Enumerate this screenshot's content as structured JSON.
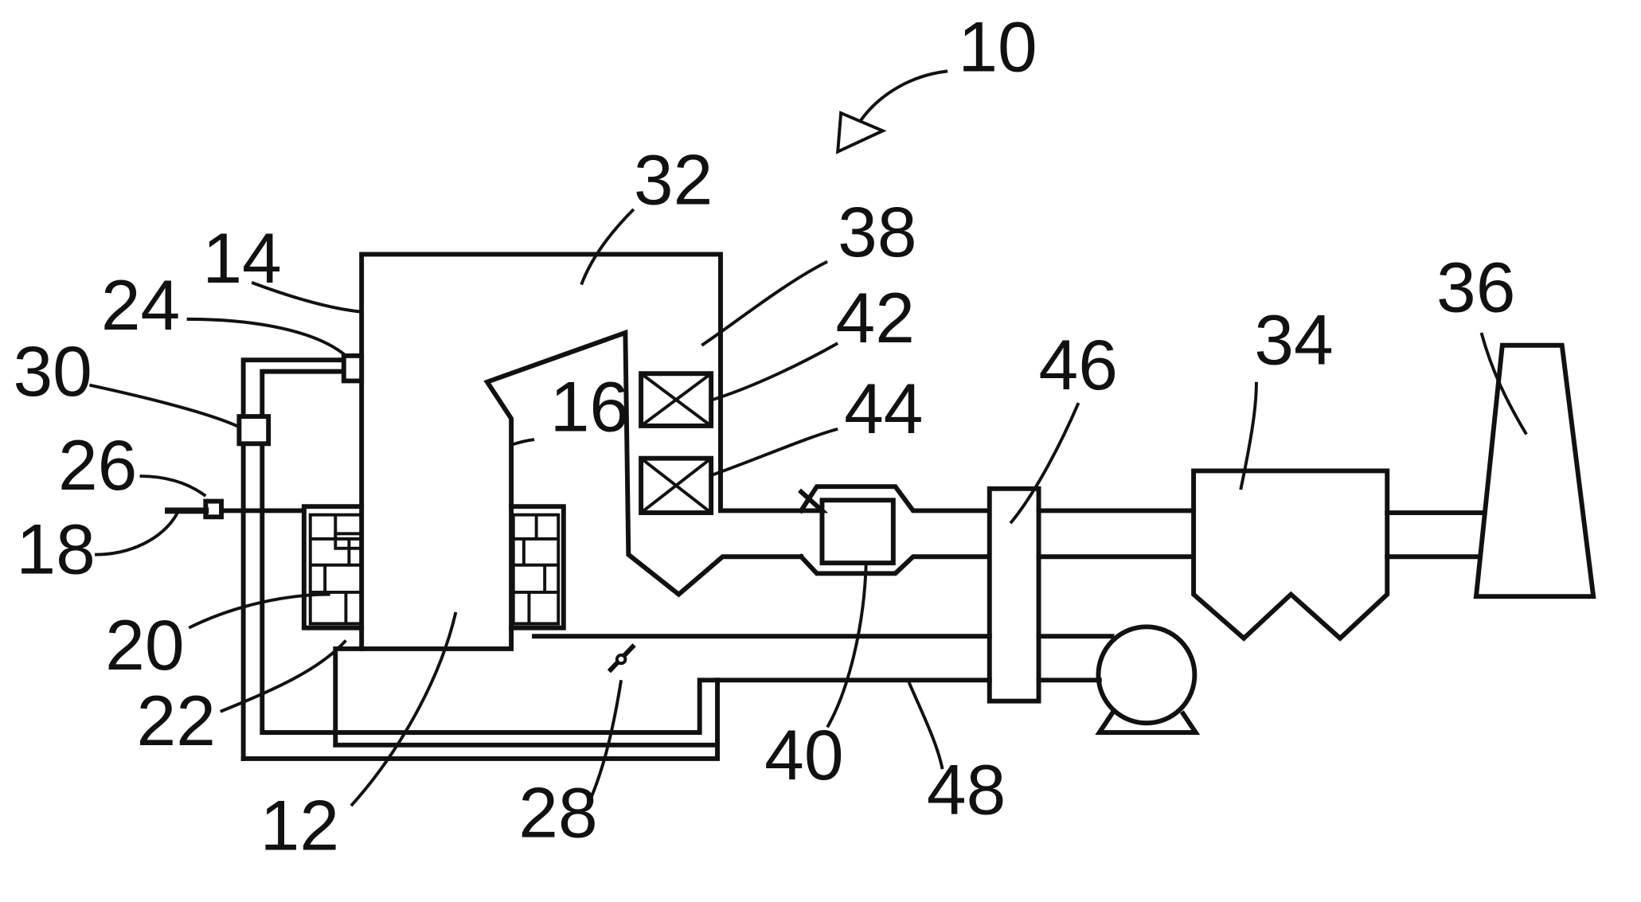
{
  "labels": {
    "l10": "10",
    "l12": "12",
    "l14": "14",
    "l16": "16",
    "l18": "18",
    "l20": "20",
    "l22": "22",
    "l24": "24",
    "l26": "26",
    "l28": "28",
    "l30": "30",
    "l32": "32",
    "l34": "34",
    "l36": "36",
    "l38": "38",
    "l40": "40",
    "l42": "42",
    "l44": "44",
    "l46": "46",
    "l48": "48"
  }
}
